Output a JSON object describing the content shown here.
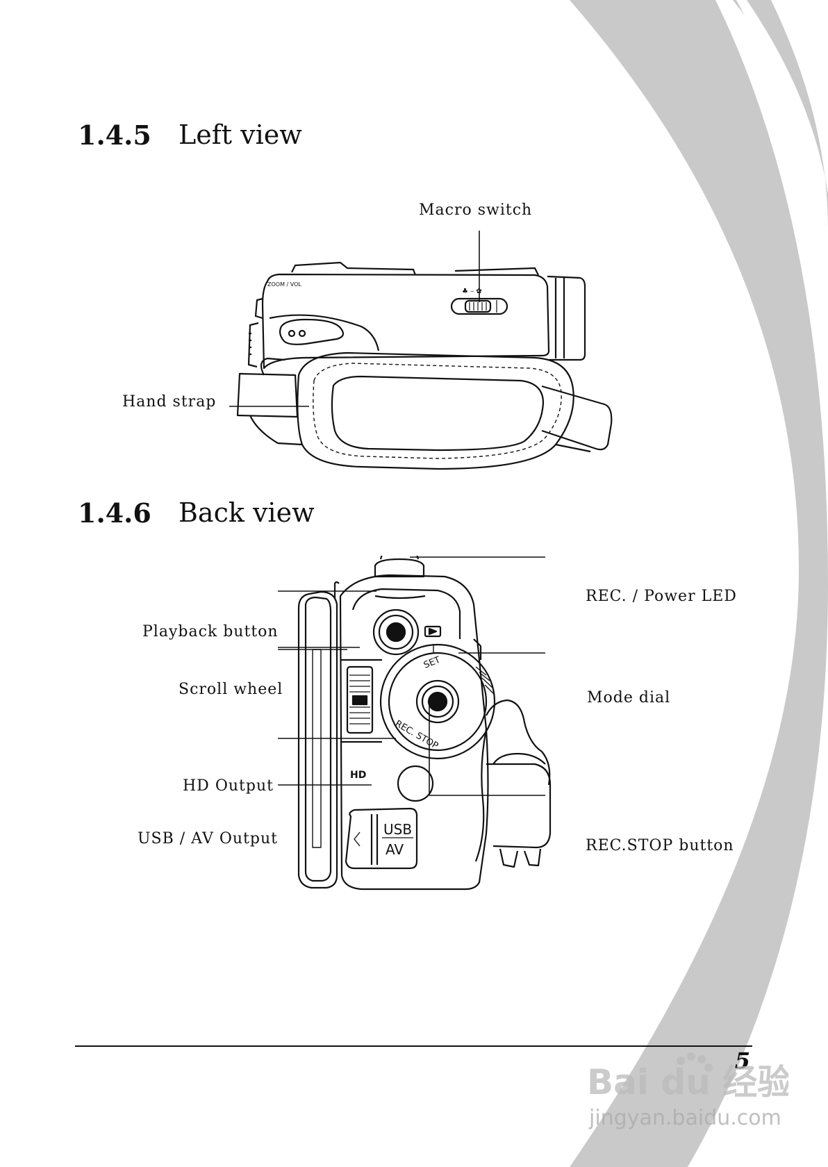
{
  "sections": [
    {
      "number": "1.4.5",
      "title": "Left view"
    },
    {
      "number": "1.4.6",
      "title": "Back view"
    }
  ],
  "left_view": {
    "labels": {
      "macro_switch": "Macro switch",
      "hand_strap": "Hand strap"
    },
    "device_text": {
      "zoom": "ZOOM / VOL",
      "macro_icons": "♣ – ✿"
    }
  },
  "back_view": {
    "labels": {
      "rec_power_led": "REC. / Power LED",
      "playback_button": "Playback button",
      "scroll_wheel": "Scroll wheel",
      "mode_dial": "Mode dial",
      "hd_output": "HD Output",
      "usb_av_output": "USB / AV Output",
      "rec_stop_button": "REC.STOP button"
    },
    "device_text": {
      "hd": "HD",
      "usb": "USB",
      "av": "AV",
      "set": "SET",
      "rec_stop_ring": "REC. STOP"
    }
  },
  "footer": {
    "page_number": "5"
  },
  "watermark": {
    "brand": "Bai du 经验",
    "url": "jingyan.baidu.com"
  }
}
